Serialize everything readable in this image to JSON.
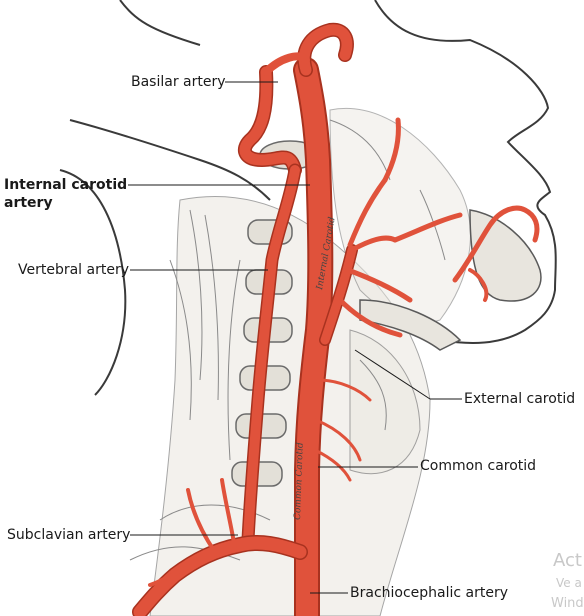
{
  "labels": {
    "basilar": "Basilar artery",
    "internal_carotid_line1": "Internal carotid",
    "internal_carotid_line2": "artery",
    "vertebral": "Vertebral artery",
    "external_carotid": "External carotid",
    "common_carotid": "Common carotid",
    "subclavian": "Subclavian artery",
    "brachiocephalic": "Brachiocephalic artery"
  },
  "watermark": {
    "line1": "Act",
    "line2": "Ve a",
    "line3": "Wind"
  },
  "colors": {
    "artery": "#e0523b",
    "artery_dark": "#a8321f",
    "ink": "#3a3a3a",
    "bone": "#d9d6cf"
  }
}
